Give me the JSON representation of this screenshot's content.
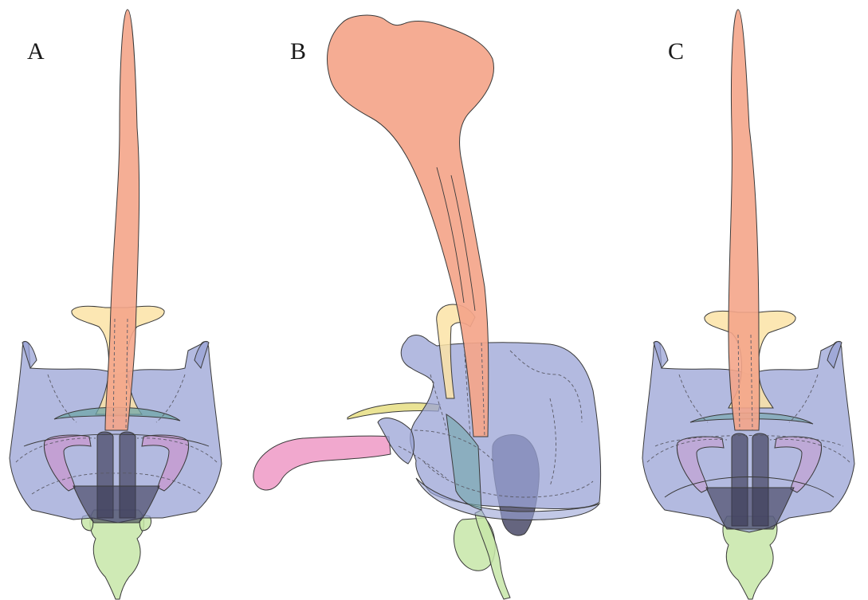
{
  "figure": {
    "panels": [
      {
        "letter": "A"
      },
      {
        "letter": "B"
      },
      {
        "letter": "C"
      }
    ]
  },
  "colors": {
    "blue_body": "#9aa3d6",
    "salmon": "#f4a58a",
    "yellow": "#fbe3a6",
    "olive": "#e8e08a",
    "pink": "#ef9fc9",
    "green": "#c7e6a8",
    "magenta": "#c79ad0",
    "teal": "#6fa6a8",
    "dark": "#4a4a68"
  }
}
